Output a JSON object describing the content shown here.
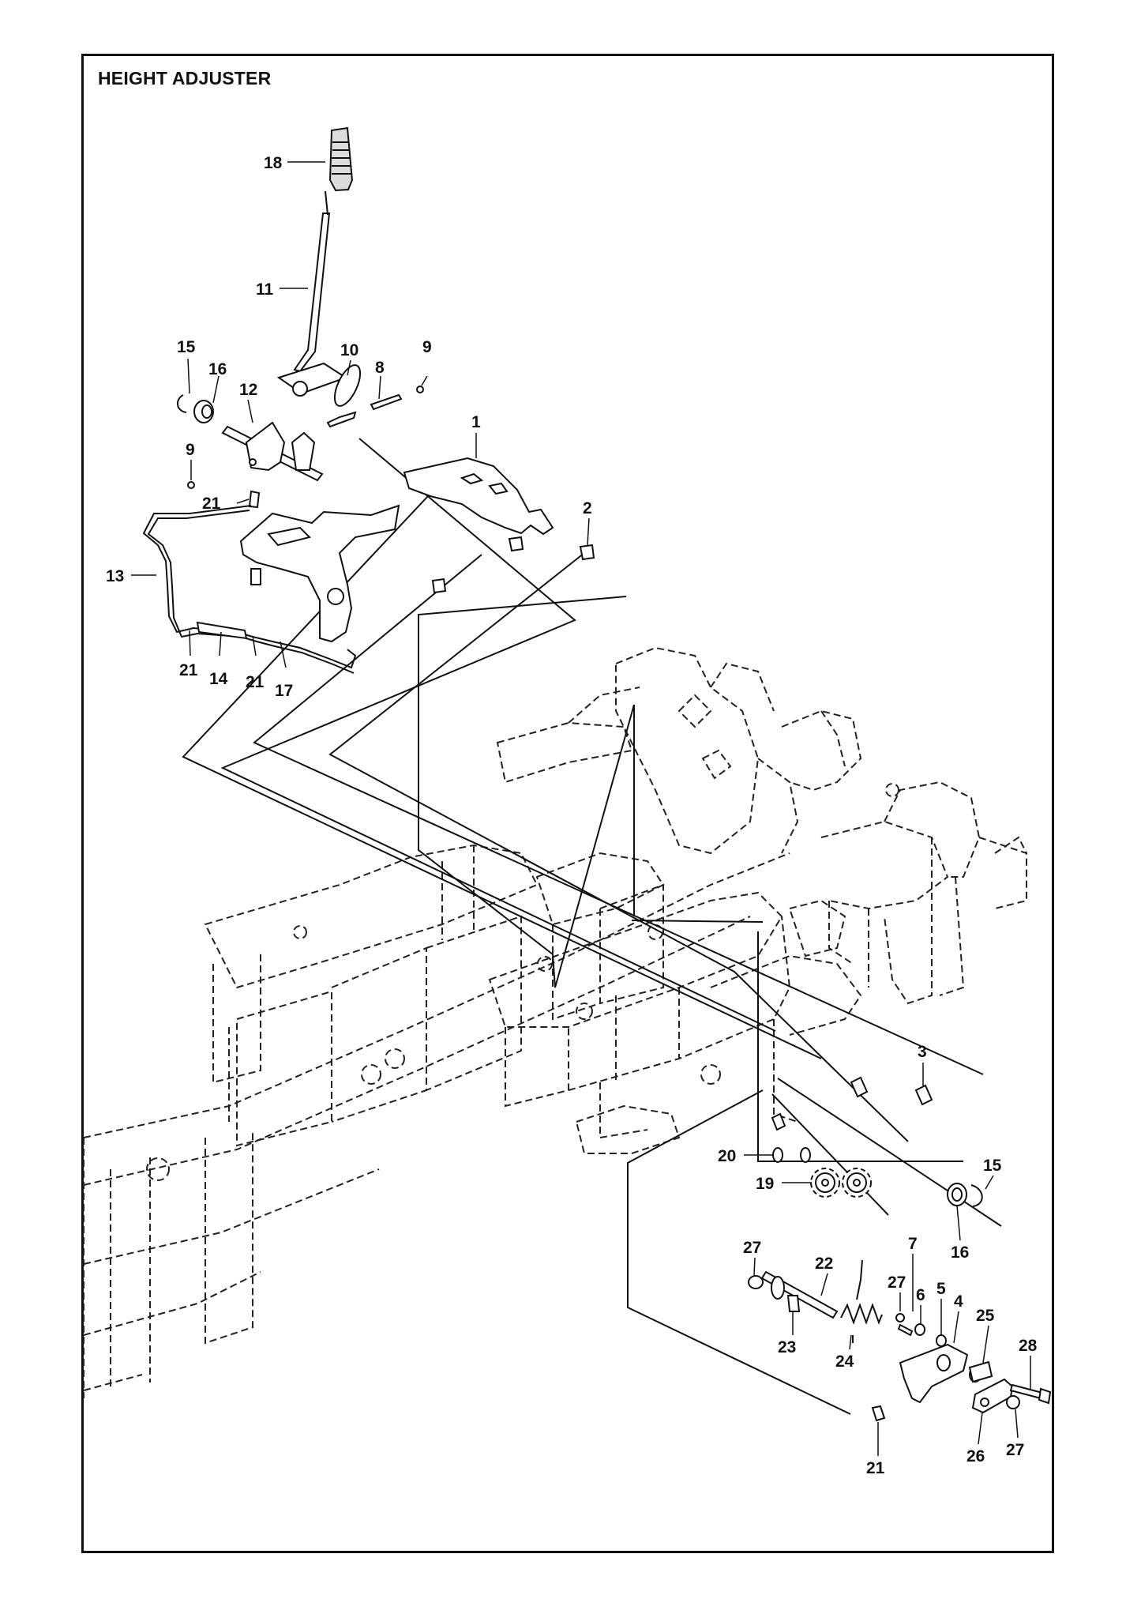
{
  "title": "HEIGHT ADJUSTER",
  "callouts": [
    {
      "name": "callout-18",
      "label": "18"
    },
    {
      "name": "callout-11",
      "label": "11"
    },
    {
      "name": "callout-15-top",
      "label": "15"
    },
    {
      "name": "callout-16-top",
      "label": "16"
    },
    {
      "name": "callout-12",
      "label": "12"
    },
    {
      "name": "callout-10",
      "label": "10"
    },
    {
      "name": "callout-8",
      "label": "8"
    },
    {
      "name": "callout-9-top",
      "label": "9"
    },
    {
      "name": "callout-1",
      "label": "1"
    },
    {
      "name": "callout-9-left",
      "label": "9"
    },
    {
      "name": "callout-21-upper",
      "label": "21"
    },
    {
      "name": "callout-2",
      "label": "2"
    },
    {
      "name": "callout-13",
      "label": "13"
    },
    {
      "name": "callout-21-a",
      "label": "21"
    },
    {
      "name": "callout-14",
      "label": "14"
    },
    {
      "name": "callout-21-b",
      "label": "21"
    },
    {
      "name": "callout-17",
      "label": "17"
    },
    {
      "name": "callout-3",
      "label": "3"
    },
    {
      "name": "callout-20",
      "label": "20"
    },
    {
      "name": "callout-15-bottom",
      "label": "15"
    },
    {
      "name": "callout-19",
      "label": "19"
    },
    {
      "name": "callout-16-bottom",
      "label": "16"
    },
    {
      "name": "callout-27-a",
      "label": "27"
    },
    {
      "name": "callout-22",
      "label": "22"
    },
    {
      "name": "callout-7",
      "label": "7"
    },
    {
      "name": "callout-27-b",
      "label": "27"
    },
    {
      "name": "callout-6",
      "label": "6"
    },
    {
      "name": "callout-5",
      "label": "5"
    },
    {
      "name": "callout-4",
      "label": "4"
    },
    {
      "name": "callout-25",
      "label": "25"
    },
    {
      "name": "callout-28",
      "label": "28"
    },
    {
      "name": "callout-23",
      "label": "23"
    },
    {
      "name": "callout-24",
      "label": "24"
    },
    {
      "name": "callout-26",
      "label": "26"
    },
    {
      "name": "callout-27-c",
      "label": "27"
    },
    {
      "name": "callout-21-bottom",
      "label": "21"
    }
  ]
}
